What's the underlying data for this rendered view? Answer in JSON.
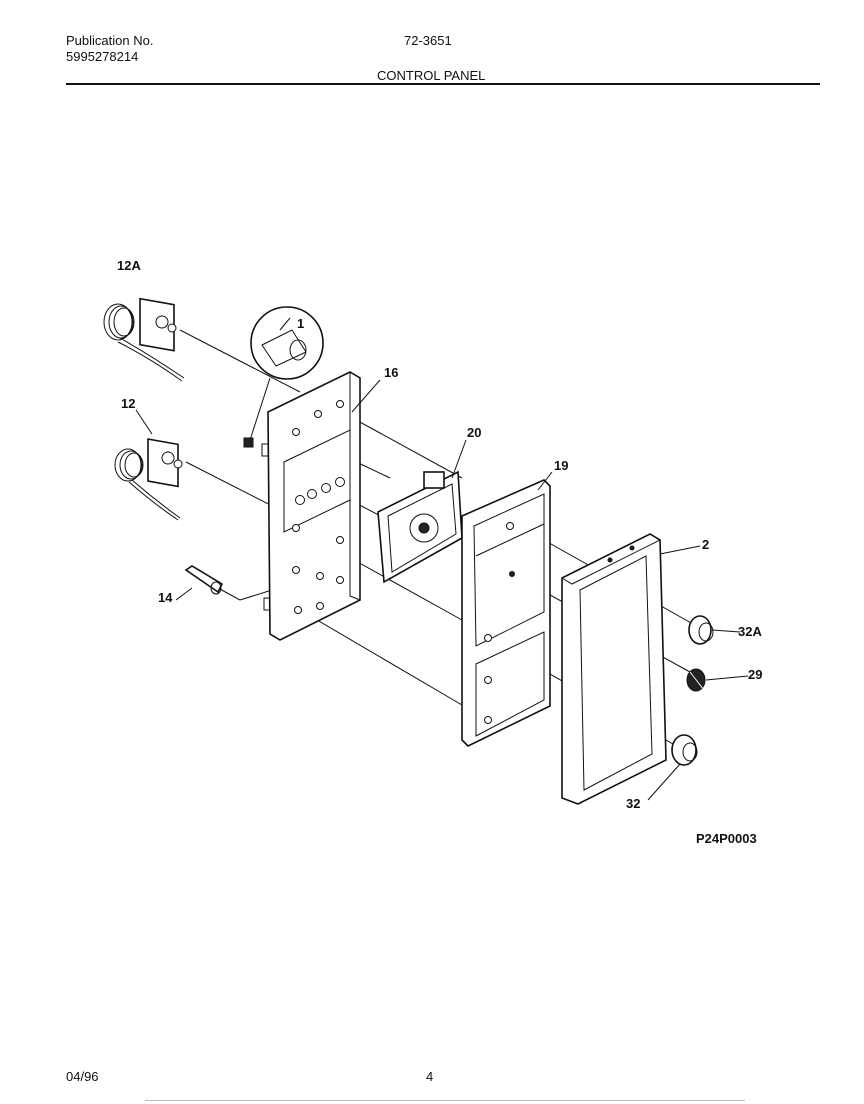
{
  "header": {
    "publication_label": "Publication No.",
    "publication_number": "5995278214",
    "model": "72-3651",
    "section_title": "CONTROL PANEL"
  },
  "callouts": {
    "c12A": "12A",
    "c1": "1",
    "c16": "16",
    "c12": "12",
    "c20": "20",
    "c19": "19",
    "c2": "2",
    "c14": "14",
    "c32A": "32A",
    "c29": "29",
    "c32": "32"
  },
  "figure_code": "P24P0003",
  "footer": {
    "date": "04/96",
    "page": "4"
  }
}
